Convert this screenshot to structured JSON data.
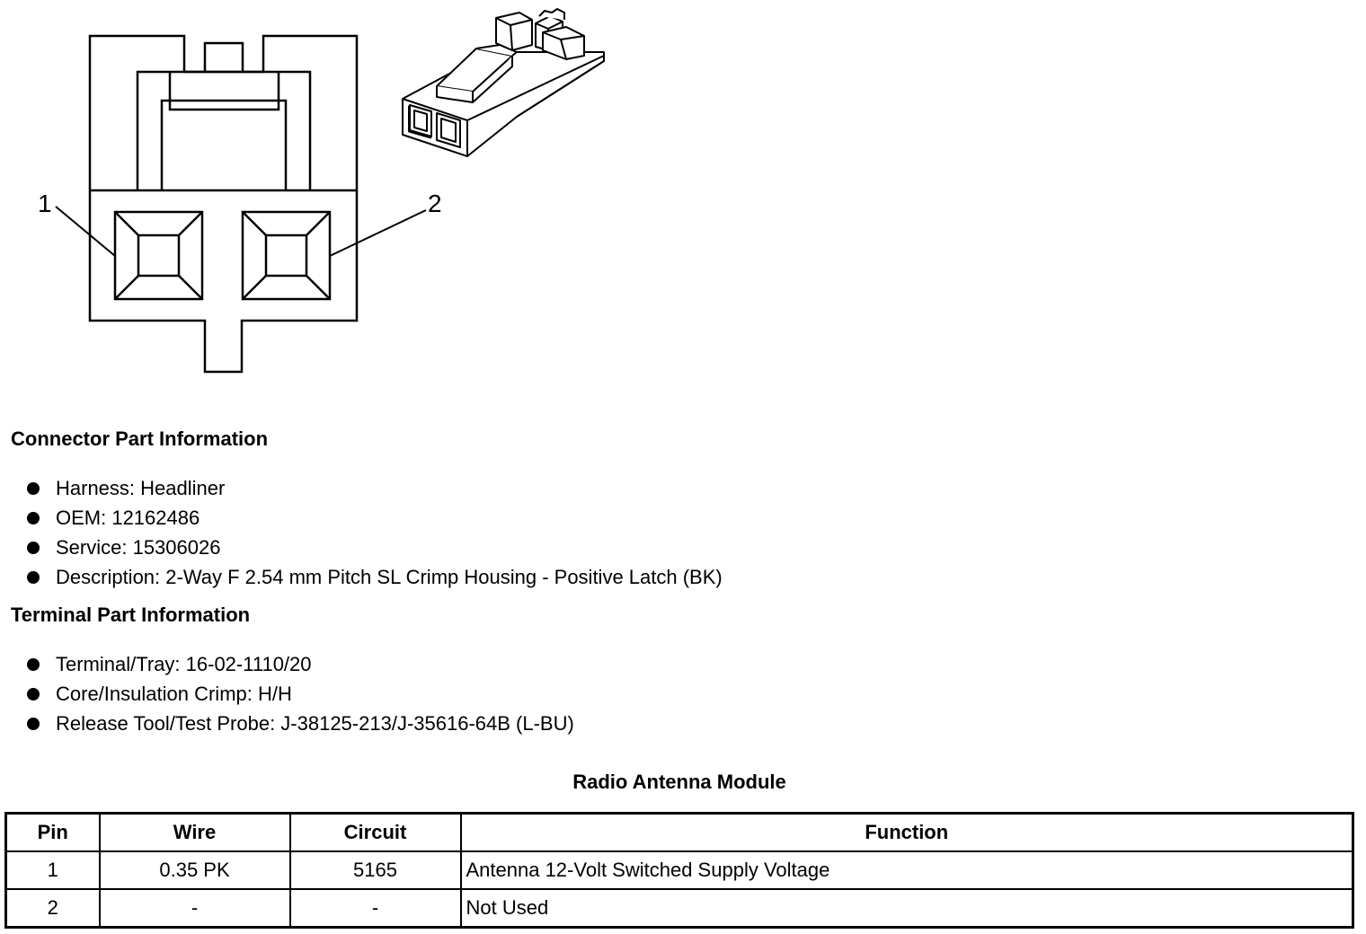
{
  "diagram": {
    "pin_callouts": [
      "1",
      "2"
    ]
  },
  "connector": {
    "heading": "Connector Part Information",
    "items": [
      "Harness: Headliner",
      "OEM: 12162486",
      "Service: 15306026",
      "Description: 2-Way F 2.54 mm Pitch SL Crimp Housing - Positive Latch (BK)"
    ]
  },
  "terminal": {
    "heading": "Terminal Part Information",
    "items": [
      "Terminal/Tray: 16-02-1110/20",
      "Core/Insulation Crimp: H/H",
      "Release Tool/Test Probe: J-38125-213/J-35616-64B (L-BU)"
    ]
  },
  "table": {
    "title": "Radio Antenna Module",
    "headers": [
      "Pin",
      "Wire",
      "Circuit",
      "Function"
    ],
    "rows": [
      [
        "1",
        "0.35 PK",
        "5165",
        "Antenna 12-Volt Switched Supply Voltage"
      ],
      [
        "2",
        "-",
        "-",
        "Not Used"
      ]
    ]
  }
}
